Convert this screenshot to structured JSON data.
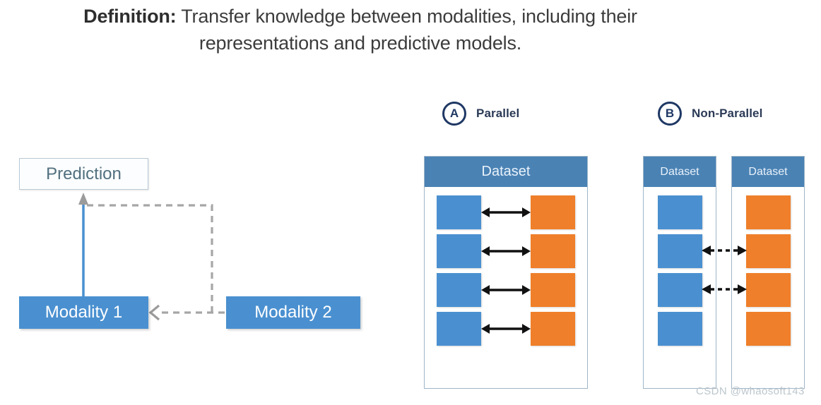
{
  "title": {
    "lead": "Definition:",
    "line1_rest": " Transfer knowledge between modalities, including their",
    "line2": "representations and predictive models."
  },
  "left_diagram": {
    "prediction_label": "Prediction",
    "modality_1_label": "Modality 1",
    "modality_2_label": "Modality 2",
    "connectors": [
      {
        "name": "modality1-to-prediction",
        "style": "solid",
        "color": "#4a90d0"
      },
      {
        "name": "modality2-to-modality1",
        "style": "dashed",
        "color": "#a6a6a6"
      },
      {
        "name": "modality2-to-prediction",
        "style": "dashed",
        "color": "#a6a6a6"
      }
    ]
  },
  "panels": [
    {
      "letter": "A",
      "title": "Parallel",
      "columns": [
        {
          "header": "Dataset"
        }
      ],
      "rows": 4,
      "left_cells": [
        "blue",
        "blue",
        "blue",
        "blue"
      ],
      "right_cells": [
        "orange",
        "orange",
        "orange",
        "orange"
      ],
      "links": [
        {
          "row": 1,
          "style": "solid"
        },
        {
          "row": 2,
          "style": "solid"
        },
        {
          "row": 3,
          "style": "solid"
        },
        {
          "row": 4,
          "style": "solid"
        }
      ]
    },
    {
      "letter": "B",
      "title": "Non-Parallel",
      "columns": [
        {
          "header": "Dataset"
        },
        {
          "header": "Dataset"
        }
      ],
      "rows": 4,
      "left_cells": [
        "blue",
        "blue",
        "blue",
        "blue"
      ],
      "right_cells": [
        "orange",
        "orange",
        "orange",
        "orange"
      ],
      "links": [
        {
          "row": 2,
          "style": "dashed"
        },
        {
          "row": 3,
          "style": "dashed"
        }
      ]
    }
  ],
  "colors": {
    "blue_block": "#4a90d0",
    "orange_block": "#ef7f2a",
    "dataset_header": "#4a82b4",
    "panel_letter": "#1f3864",
    "panel_border": "#9fb6c8",
    "dashed_gray": "#a6a6a6",
    "prediction_text": "#52707f"
  },
  "watermark": "CSDN @whaosoft143"
}
